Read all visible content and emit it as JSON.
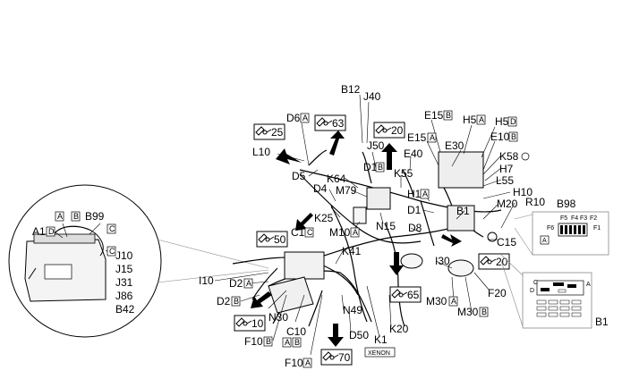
{
  "arrow_refs": [
    "25",
    "63",
    "20",
    "50",
    "20",
    "65",
    "10",
    "70"
  ],
  "labels": {
    "B12": "B12",
    "J40": "J40",
    "D6": "D6",
    "E15a": "E15",
    "H5a": "H5",
    "H5b": "H5",
    "E15b": "E15",
    "E30": "E30",
    "E10": "E10",
    "K58": "K58",
    "H7": "H7",
    "L55": "L55",
    "H10": "H10",
    "J50": "J50",
    "E40": "E40",
    "K55": "K55",
    "D1b": "D1",
    "L10": "L10",
    "D5": "D5",
    "K64": "K64",
    "D4": "D4",
    "M79": "M79",
    "H1": "H1",
    "D1": "D1",
    "B1": "B1",
    "M20": "M20",
    "R10": "R10",
    "B98": "B98",
    "K25": "K25",
    "N15": "N15",
    "C1": "C1",
    "M10": "M10",
    "D8": "D8",
    "C15": "C15",
    "K41": "K41",
    "I30": "I30",
    "I10": "I10",
    "D2a": "D2",
    "D2b": "D2",
    "F20": "F20",
    "M30a": "M30",
    "M30b": "M30",
    "N30": "N30",
    "C10": "C10",
    "N49": "N49",
    "K20": "K20",
    "D50": "D50",
    "F10a": "F10",
    "F10b": "F10",
    "K1": "K1",
    "B1b": "B1",
    "A1": "A1",
    "B99": "B99",
    "J10": "J10",
    "J15": "J15",
    "J31": "J31",
    "J86": "J86",
    "B42": "B42"
  },
  "xenon": "XENON",
  "fuse_labels": {
    "F1": "F1",
    "F2": "F2",
    "F3": "F3",
    "F4": "F4",
    "F5": "F5",
    "F6": "F6"
  },
  "box_letters": {
    "a": "A",
    "b": "B",
    "c": "C",
    "d": "D"
  }
}
